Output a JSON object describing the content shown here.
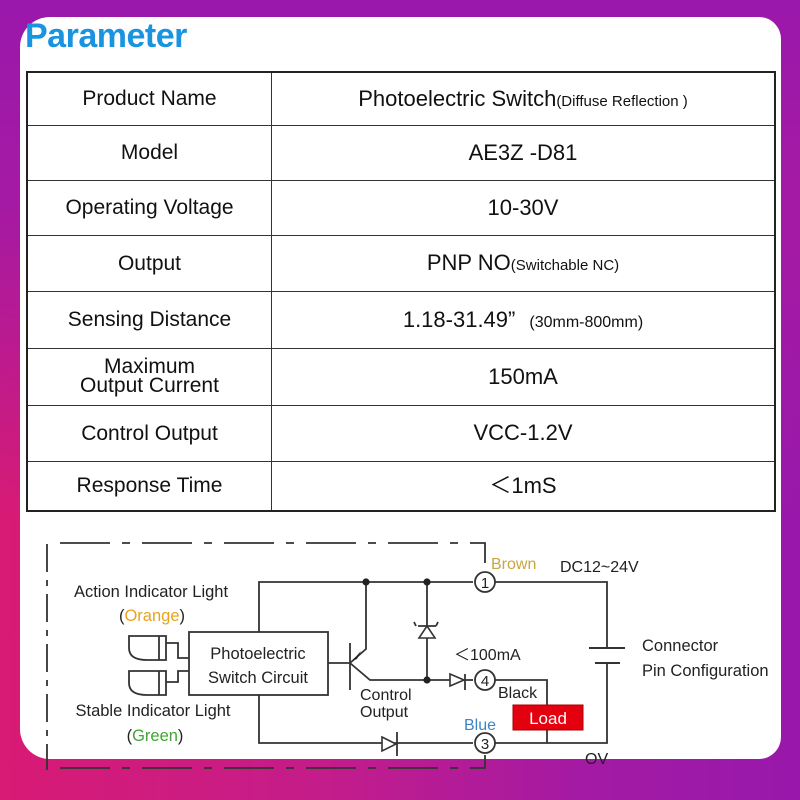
{
  "title": "Parameter",
  "table": {
    "rows": [
      {
        "key": "Product Name",
        "value": "Photoelectric Switch",
        "value_note": "(Diffuse Reflection )"
      },
      {
        "key": "Model",
        "value": "AE3Z -D81",
        "value_note": ""
      },
      {
        "key": "Operating Voltage",
        "value": "10-30V",
        "value_note": ""
      },
      {
        "key": "Output",
        "value": "PNP NO",
        "value_note": "(Switchable NC)"
      },
      {
        "key": "Sensing Distance",
        "value": "1.18-31.49”",
        "value_note": "(30mm-800mm)"
      },
      {
        "key_line1": "Maximum",
        "key_line2": "Output Current",
        "value": "150mA",
        "value_note": ""
      },
      {
        "key": "Control Output",
        "value": "VCC-1.2V",
        "value_note": ""
      },
      {
        "key": "Response Time",
        "value": "＜1mS",
        "value_note": ""
      }
    ]
  },
  "diagram": {
    "action_light_label": "Action Indicator Light",
    "action_light_color_name": "Orange",
    "stable_light_label": "Stable Indicator Light",
    "stable_light_color_name": "Green",
    "circuit_line1": "Photoelectric",
    "circuit_line2": "Switch Circuit",
    "control_output_line1": "Control",
    "control_output_line2": "Output",
    "current_limit": "＜100mA",
    "pin1": "1",
    "pin3": "3",
    "pin4": "4",
    "brown_label": "Brown",
    "black_label": "Black",
    "blue_label": "Blue",
    "load_label": "Load",
    "supply_label": "DC12~24V",
    "ground_label": "OV",
    "connector_line1": "Connector",
    "connector_line2": "Pin Configuration",
    "paren_open": "(",
    "paren_close": ")",
    "colors": {
      "orange": "#e8a21e",
      "green": "#3fa535",
      "brown": "#c9a640",
      "blue": "#3a86c8",
      "load_fill": "#e3000f",
      "title_blue": "#1a94e0"
    }
  }
}
